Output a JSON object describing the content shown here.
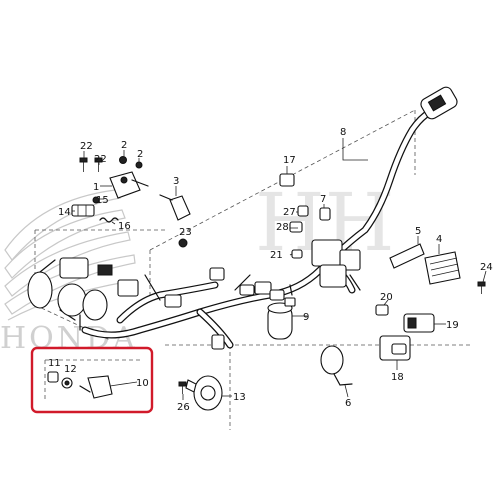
{
  "diagram": {
    "part_numbers": [
      "22",
      "22",
      "2",
      "2",
      "1",
      "15",
      "14",
      "16",
      "3",
      "23",
      "17",
      "8",
      "27",
      "28",
      "7",
      "21",
      "5",
      "4",
      "24",
      "9",
      "20",
      "19",
      "18",
      "6",
      "13",
      "26",
      "10",
      "11",
      "12"
    ],
    "watermark_brand": "HONDA",
    "watermark_letters": "HH",
    "highlight_color": "#d11a2a",
    "line_color": "#222222"
  }
}
